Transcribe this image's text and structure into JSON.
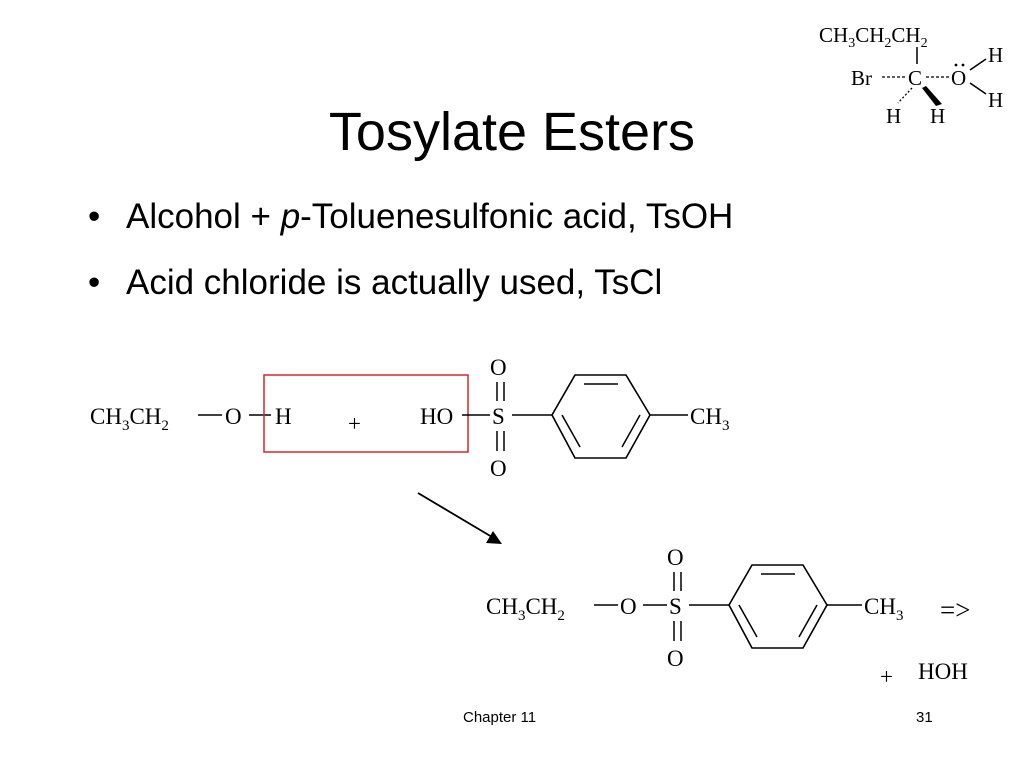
{
  "slide": {
    "title": "Tosylate Esters",
    "bullets": [
      {
        "pre": "Alcohol + ",
        "italic": "p",
        "post": "-Toluenesulfonic acid, TsOH"
      },
      {
        "pre": "Acid chloride is actually used, TsCl",
        "italic": "",
        "post": ""
      }
    ],
    "footer": {
      "chapter": "Chapter 11",
      "page": "31"
    }
  },
  "reaction": {
    "plus_reactants": "+",
    "ho": "HO",
    "s": "S",
    "o": "O",
    "h": "H",
    "next_arrow": "=>",
    "plus_product": "+",
    "hoh": "HOH"
  },
  "corner": {
    "c": "C",
    "br": "Br",
    "h": "H"
  },
  "colors": {
    "highlight_box": "#d62728"
  }
}
